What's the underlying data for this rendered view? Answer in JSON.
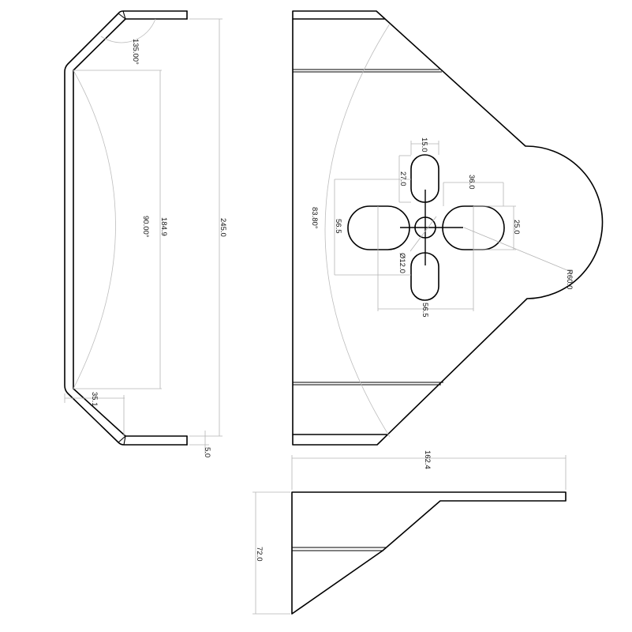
{
  "drawing": {
    "type": "technical sheet-metal bracket drawing",
    "colors": {
      "part_line": "#000000",
      "dimension_line": "#b4b4b4",
      "background": "#ffffff"
    },
    "views": {
      "side_view": {
        "labels": {
          "bend_angle_top": "135.00°",
          "inner_angle": "90.00°",
          "inner_height": "184.9",
          "overall_height": "245.0",
          "flange_offset": "35.1",
          "thickness": "5.0"
        }
      },
      "front_view": {
        "labels": {
          "arc_angle": "83.80°",
          "slot_width": "15.0",
          "slot_length": "27.0",
          "slot_offset_x": "36.0",
          "slot_height": "25.0",
          "pattern_height": "56.5",
          "pattern_width": "56.5",
          "center_hole": "Ø12.0",
          "corner_radius": "R60.0"
        }
      },
      "bottom_view": {
        "labels": {
          "overall_length": "162.4",
          "overall_depth": "72.0"
        }
      }
    }
  }
}
